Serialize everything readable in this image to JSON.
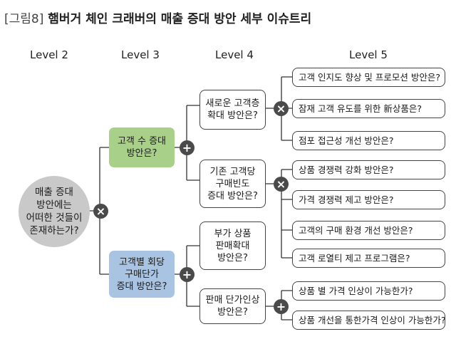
{
  "title": {
    "tag": "[그림8]",
    "text": "햄버거 체인 크래버의 매출 증대 방안 세부 이슈트리"
  },
  "levels": [
    "Level 2",
    "Level 3",
    "Level 4",
    "Level 5"
  ],
  "root": {
    "label": "매출 증대\n방안에는\n어떠한 것들이\n존재하는가?",
    "operator": "×"
  },
  "level3": [
    {
      "label": "고객 수 증대\n방안은?",
      "operator": "+"
    },
    {
      "label": "고객별 회당\n구매단가\n증대 방안은?",
      "operator": "+"
    }
  ],
  "level4": [
    {
      "label": "새로운 고객층\n확대 방안은?",
      "operator": "×"
    },
    {
      "label": "기존 고객당\n구매빈도\n증대 방안은?",
      "operator": "×"
    },
    {
      "label": "부가 상품\n판매확대\n방안은?"
    },
    {
      "label": "판매 단가인상\n방안은?",
      "operator": "+"
    }
  ],
  "level5": [
    "고객 인지도 향상 및 프로모션 방안은?",
    "잠재 고객 유도를 위한 新상품은?",
    "점포 접근성 개선 방안은?",
    "상품 경쟁력 강화 방안은?",
    "가격 경쟁력 제고 방안은?",
    "고객의 구매 환경 개선 방안은?",
    "고객 로열티 제고 프로그램은?",
    "상품 별 가격 인상이 가능한가?",
    "상품 개선을 통한가격 인상이 가능한가?"
  ]
}
